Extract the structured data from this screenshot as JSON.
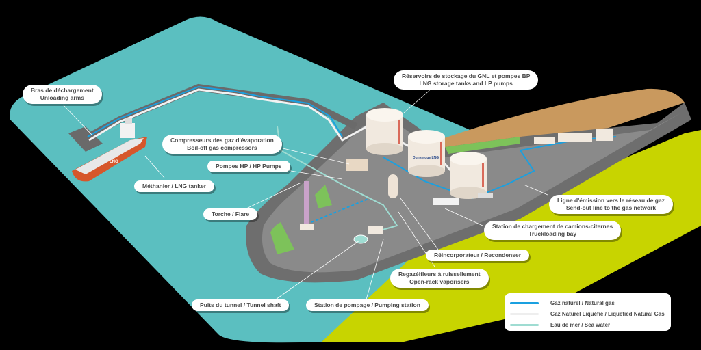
{
  "colors": {
    "background": "#000000",
    "sea": "#5bbfc0",
    "land_lime": "#c8d400",
    "sand": "#c9995e",
    "grass": "#7dc25a",
    "terminal_ground": "#7a7a7a",
    "terminal_road": "#5c5c5c",
    "natural_gas": "#1aa0e0",
    "lng": "#f2f2f2",
    "sea_water": "#9fdcd2",
    "tank": "#f1e9df",
    "tank_stripe": "#d96a5a",
    "ship_hull": "#d6572b",
    "flare": "#c9a2c9"
  },
  "callouts": [
    {
      "id": "unloading-arms",
      "fr": "Bras de déchargement",
      "en": "Unloading arms"
    },
    {
      "id": "bog-compressors",
      "fr": "Compresseurs des gaz d'évaporation",
      "en": "Boil-off gas compressors"
    },
    {
      "id": "hp-pumps",
      "fr": "Pompes HP / HP Pumps",
      "en": ""
    },
    {
      "id": "lng-tanker",
      "fr": "Méthanier / LNG tanker",
      "en": ""
    },
    {
      "id": "flare",
      "fr": "Torche / Flare",
      "en": ""
    },
    {
      "id": "storage-tanks",
      "fr": "Réservoirs de stockage du GNL et pompes BP",
      "en": "LNG storage tanks and LP pumps"
    },
    {
      "id": "send-out-line",
      "fr": "Ligne d'émission vers le réseau de gaz",
      "en": "Send-out line to the gas network"
    },
    {
      "id": "truckloading-bay",
      "fr": "Station de chargement de camions-citernes",
      "en": "Truckloading bay"
    },
    {
      "id": "recondenser",
      "fr": "Réincorporateur / Recondenser",
      "en": ""
    },
    {
      "id": "open-rack-vaporisers",
      "fr": "Regazéifleurs à ruissellement",
      "en": "Open-rack vaporisers"
    },
    {
      "id": "tunnel-shaft",
      "fr": "Puits du tunnel / Tunnel shaft",
      "en": ""
    },
    {
      "id": "pumping-station",
      "fr": "Station de pompage / Pumping station",
      "en": ""
    }
  ],
  "legend": [
    {
      "label": "Gaz naturel / Natural gas",
      "color": "#1aa0e0"
    },
    {
      "label": "Gaz Naturel Liquéfié / Liquefied Natural Gas",
      "color": "#eeeeee"
    },
    {
      "label": "Eau de mer / Sea water",
      "color": "#9fdcd2"
    }
  ],
  "tank_brand": "Dunkerque LNG",
  "ship_label": "LNG"
}
